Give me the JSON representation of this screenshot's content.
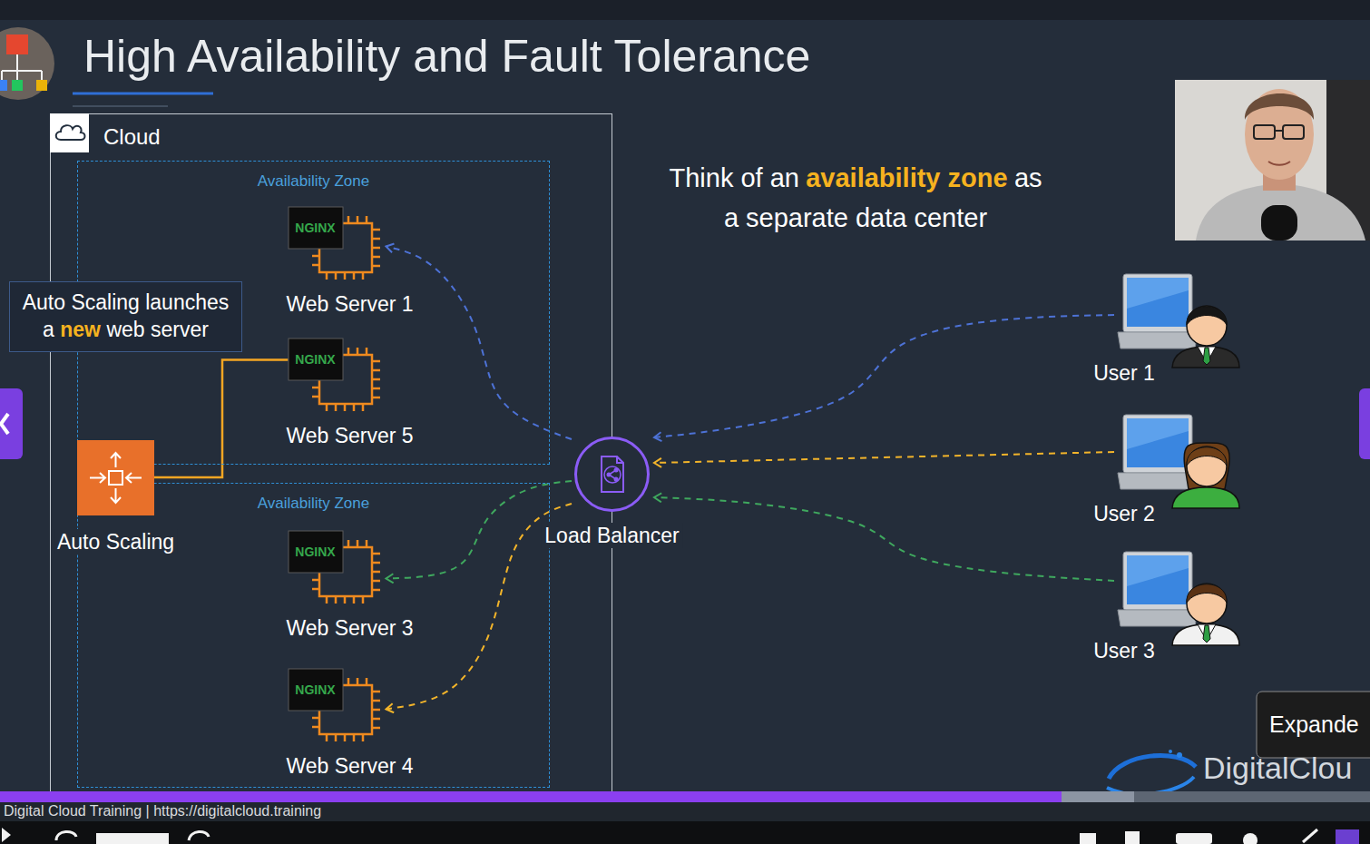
{
  "diagram": {
    "title": "High Availability and Fault Tolerance",
    "nodes": [
      {
        "text": [
          "Cloud"
        ]
      },
      {
        "text": [
          "Availability Zone"
        ],
        "in": 0
      },
      {
        "text": [
          "NGINX",
          "Web Server 1"
        ],
        "in": 1
      },
      {
        "text": [
          "NGINX",
          "Web Server 5"
        ],
        "in": 1
      },
      {
        "text": [
          "Availability Zone"
        ],
        "in": 0
      },
      {
        "text": [
          "NGINX",
          "Web Server 3"
        ],
        "in": 4
      },
      {
        "text": [
          "NGINX",
          "Web Server 4"
        ],
        "in": 4
      },
      {
        "text": [
          "Auto Scaling"
        ],
        "in": 0
      },
      {
        "text": [
          "Auto Scaling launches",
          "a",
          "new",
          "web server"
        ]
      },
      {
        "text": [
          "Load Balancer"
        ]
      },
      {
        "text": [
          "User 1"
        ]
      },
      {
        "text": [
          "User 2"
        ]
      },
      {
        "text": [
          "User 3"
        ]
      }
    ],
    "edges": [
      {
        "from": 10,
        "to": 9,
        "arrow": "to"
      },
      {
        "from": 11,
        "to": 9,
        "arrow": "to"
      },
      {
        "from": 12,
        "to": 9,
        "arrow": "to"
      },
      {
        "from": 9,
        "to": 2,
        "arrow": "to"
      },
      {
        "from": 9,
        "to": 5,
        "arrow": "to"
      },
      {
        "from": 9,
        "to": 6,
        "arrow": "to"
      },
      {
        "from": 7,
        "to": 3,
        "arrow": "none"
      }
    ],
    "labels": [
      "Think of an",
      "availability zone",
      "as",
      "a separate data center",
      "Expande",
      "DigitalClou",
      "Digital Cloud Training | https://digitalcloud.training"
    ]
  }
}
